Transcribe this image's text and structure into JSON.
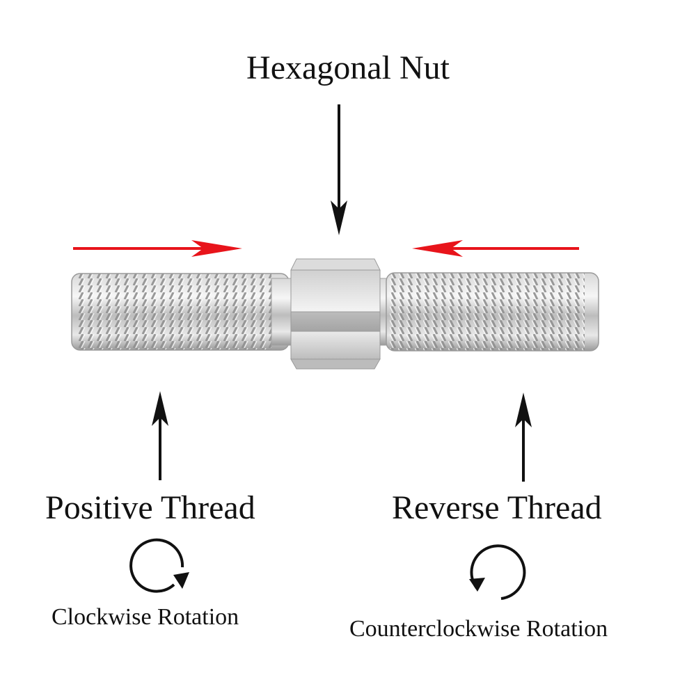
{
  "labels": {
    "title": "Hexagonal Nut",
    "positive_thread": "Positive Thread",
    "reverse_thread": "Reverse Thread",
    "clockwise": "Clockwise Rotation",
    "counterclockwise": "Counterclockwise Rotation"
  },
  "colors": {
    "arrow_black": "#111111",
    "arrow_red": "#e8141b",
    "metal_light": "#f2f2f2",
    "metal_mid": "#c9c9c9",
    "metal_dark": "#8a8a8a"
  },
  "icons": {
    "clockwise": "clockwise-rotation-icon",
    "counterclockwise": "counterclockwise-rotation-icon"
  }
}
